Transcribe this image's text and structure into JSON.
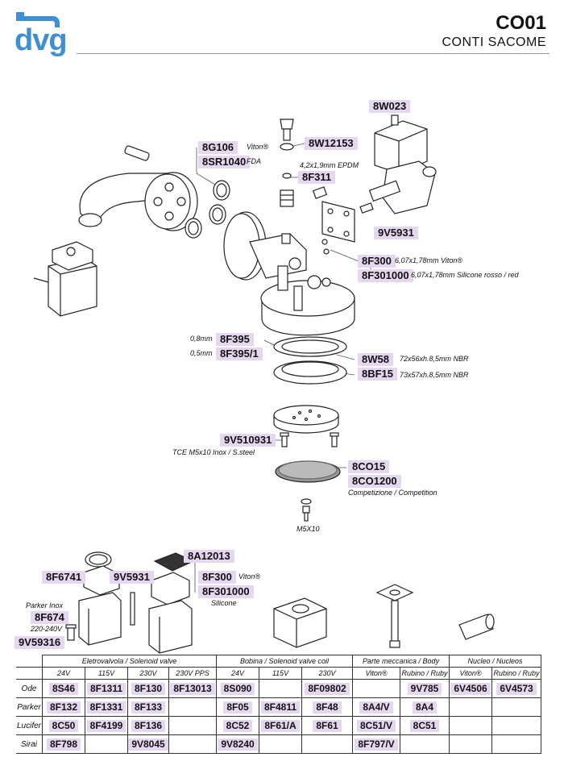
{
  "brand": {
    "logo": "dvg"
  },
  "header": {
    "title": "CO01",
    "subtitle": "CONTI SACOME"
  },
  "callouts": {
    "w023": "8W023",
    "g106": "8G106",
    "g106_note": "Viton®",
    "sr1040": "8SR1040",
    "sr1040_note": "FDA",
    "w12153": "8W12153",
    "w12153_note": "4,2x1,9mm EPDM",
    "f311": "8F311",
    "v5931a": "9V5931",
    "f300a": "8F300",
    "f300a_note": "6,07x1,78mm Viton®",
    "f301000a": "8F301000",
    "f301000a_note": "6,07x1,78mm Silicone rosso / red",
    "f395": "8F395",
    "f395_note": "0,8mm",
    "f3951": "8F395/1",
    "f3951_note": "0,5mm",
    "w58": "8W58",
    "w58_note": "72x56xh.8,5mm NBR",
    "bf15": "8BF15",
    "bf15_note": "73x57xh.8,5mm NBR",
    "v510931": "9V510931",
    "v510931_note": "TCE M5x10 Inox / S.steel",
    "co15": "8CO15",
    "co1200": "8CO1200",
    "co1200_note": "Competizione / Competition",
    "m5x10": "M5X10",
    "a12013": "8A12013",
    "f6741": "8F6741",
    "v5931b": "9V5931",
    "f300b": "8F300",
    "f300b_note": "Viton®",
    "f301000b": "8F301000",
    "f301000b_note": "Silicone",
    "parker_inox": "Parker Inox",
    "f674": "8F674",
    "f674_note": "220-240V",
    "v59316": "9V59316"
  },
  "table": {
    "groups": [
      "Eletrovalvola / Solenoid valve",
      "Bobina / Solenoid valve coil",
      "Parte meccanica / Body",
      "Nucleo / Nucleos"
    ],
    "subheaders": [
      "24V",
      "115V",
      "230V",
      "230V PPS",
      "24V",
      "115V",
      "230V",
      "Viton®",
      "Rubino / Ruby",
      "Viton®",
      "Rubino / Ruby"
    ],
    "rows": [
      {
        "label": "Ode",
        "cells": [
          "8S46",
          "8F1311",
          "8F130",
          "8F13013",
          "8S090",
          "",
          "8F09802",
          "",
          "9V785",
          "6V4506",
          "6V4573"
        ]
      },
      {
        "label": "Parker",
        "cells": [
          "8F132",
          "8F1331",
          "8F133",
          "",
          "8F05",
          "8F4811",
          "8F48",
          "8A4/V",
          "8A4",
          "",
          ""
        ]
      },
      {
        "label": "Lucifer",
        "cells": [
          "8C50",
          "8F4199",
          "8F136",
          "",
          "8C52",
          "8F61/A",
          "8F61",
          "8C51/V",
          "8C51",
          "",
          ""
        ]
      },
      {
        "label": "Sirai",
        "cells": [
          "8F798",
          "",
          "9V8045",
          "",
          "9V8240",
          "",
          "",
          "8F797/V",
          "",
          "",
          ""
        ]
      }
    ]
  }
}
